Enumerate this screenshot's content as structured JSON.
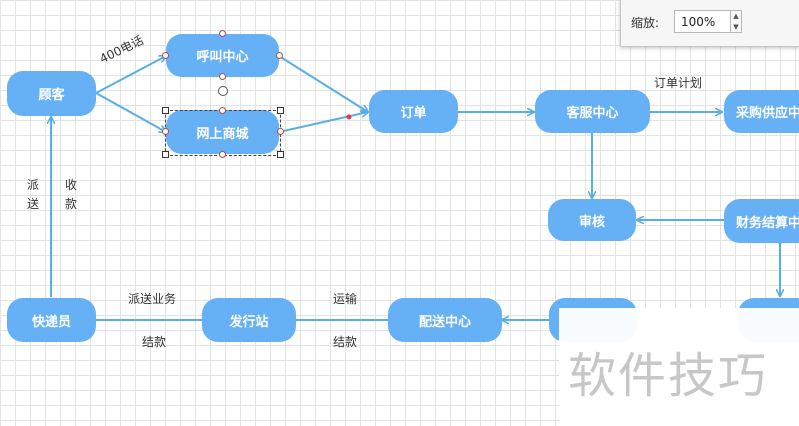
{
  "nodes": {
    "customer": "顾客",
    "call_center": "呼叫中心",
    "online_mall": "网上商城",
    "order": "订单",
    "service_center": "客服中心",
    "procurement": "采购供应中",
    "review": "审核",
    "finance": "财务结算中",
    "courier": "快递员",
    "distribution_station": "发行站",
    "delivery_center": "配送中心"
  },
  "labels": {
    "phone_400": "400电话",
    "order_plan": "订单计划",
    "deliver": "派送",
    "collect_payment": "收款",
    "delivery_business": "派送业务",
    "settlement_left": "结款",
    "transport": "运输",
    "settlement_right": "结款"
  },
  "zoom": {
    "label": "缩放:",
    "value": "100%"
  },
  "watermark": "软件技巧",
  "colors": {
    "node_fill": "#66b0f5",
    "edge": "#5aaee6",
    "node_text": "#ffffff"
  }
}
